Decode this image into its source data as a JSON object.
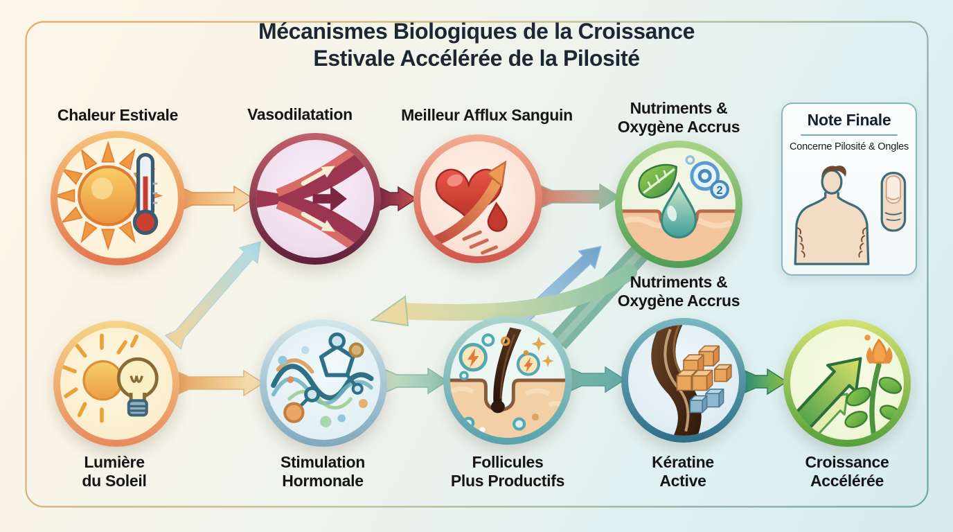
{
  "title": {
    "line1": "Mécanismes Biologiques de la Croissance",
    "line2": "Estivale Accélérée de la Pilosité"
  },
  "nodes": {
    "chaleur_estivale": {
      "label": "Chaleur Estivale"
    },
    "vasodilatation": {
      "label": "Vasodilatation"
    },
    "afflux_sanguin": {
      "label": "Meilleur Afflux Sanguin"
    },
    "nutriments_oxygene": {
      "line1": "Nutriments &",
      "line2": "Oxygène Accrus"
    },
    "nutriments_oxygene_repeat": {
      "line1": "Nutriments &",
      "line2": "Oxygène Accrus"
    },
    "lumiere_soleil": {
      "line1": "Lumière",
      "line2": "du Soleil"
    },
    "stimulation_hormonale": {
      "line1": "Stimulation",
      "line2": "Hormonale"
    },
    "follicules_productifs": {
      "line1": "Follicules",
      "line2": "Plus Productifs"
    },
    "keratine_active": {
      "line1": "Kératine",
      "line2": "Active"
    },
    "croissance_acceleree": {
      "line1": "Croissance",
      "line2": "Accélérée"
    }
  },
  "note": {
    "title": "Note Finale",
    "body": "Concerne Pilosité & Ongles"
  },
  "icons": {
    "o2_sub": "2"
  },
  "palette": {
    "background_warm": "#fbf6ea",
    "background_cool": "#d7ebef",
    "frame_warm": "#e9a95e",
    "frame_cool": "#6ba4ab",
    "heat_orange": "#ed9f52",
    "vessel_maroon": "#8e3049",
    "blood_red": "#d05848",
    "nutrient_green": "#64ad64",
    "hormone_teal": "#2e7086",
    "keratin_teal": "#3f7f96",
    "growth_green": "#6ab33f",
    "text_dark": "#151515",
    "title_navy": "#1c2734"
  }
}
